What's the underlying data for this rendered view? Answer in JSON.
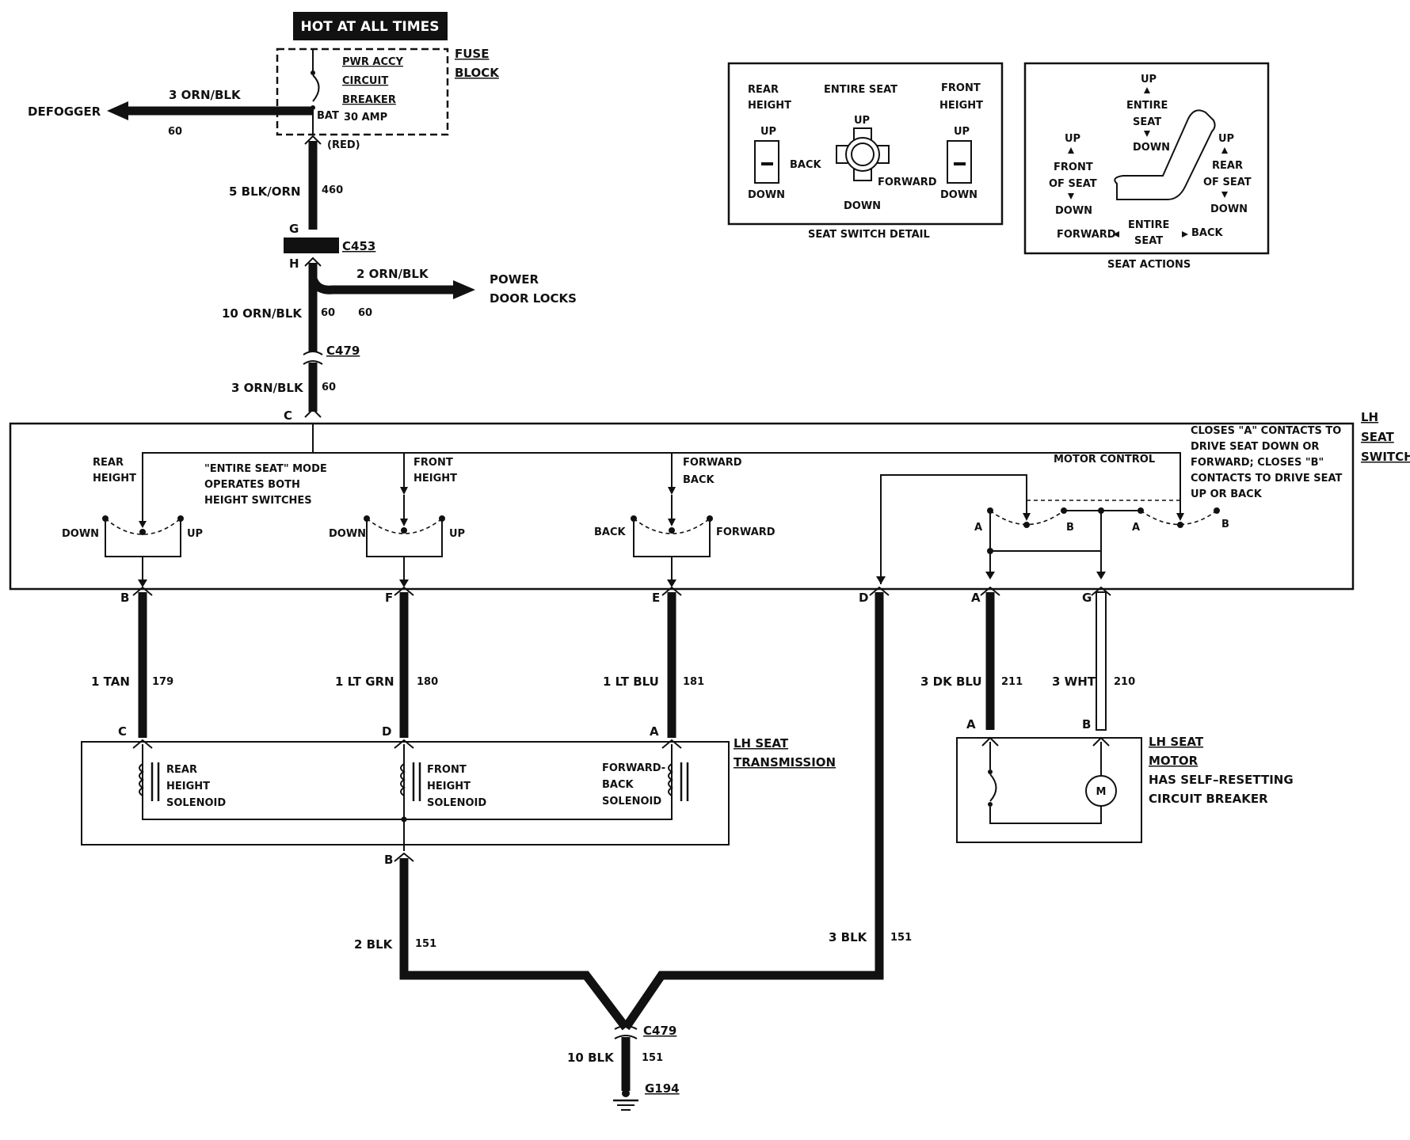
{
  "header": {
    "hot_label": "HOT AT ALL TIMES"
  },
  "fuse_block": {
    "breaker_line1": "PWR ACCY",
    "breaker_line2": "CIRCUIT",
    "breaker_line3": "BREAKER",
    "rating": "30 AMP",
    "bat": "BAT",
    "title_line1": "FUSE",
    "title_line2": "BLOCK",
    "red": "(RED)"
  },
  "defogger": {
    "label": "DEFOGGER",
    "wire": "3 ORN/BLK",
    "circuit": "60"
  },
  "feed": {
    "wire": "5 BLK/ORN",
    "circuit": "460"
  },
  "c453": {
    "name": "C453",
    "pin_top": "G",
    "pin_bottom": "H"
  },
  "door_locks": {
    "wire": "2 ORN/BLK",
    "line1": "POWER",
    "line2": "DOOR LOCKS",
    "circuit": "60"
  },
  "splice_wire": {
    "wire": "10 ORN/BLK",
    "circuit": "60"
  },
  "c479_top": {
    "name": "C479"
  },
  "switch_feed": {
    "wire": "3 ORN/BLK",
    "circuit": "60",
    "pin": "C"
  },
  "seat_switch": {
    "title_line1": "LH",
    "title_line2": "SEAT",
    "title_line3": "SWITCH",
    "rear_height_line1": "REAR",
    "rear_height_line2": "HEIGHT",
    "entire_line1": "\"ENTIRE SEAT\" MODE",
    "entire_line2": "OPERATES BOTH",
    "entire_line3": "HEIGHT SWITCHES",
    "front_height_line1": "FRONT",
    "front_height_line2": "HEIGHT",
    "fwd_line1": "FORWARD",
    "fwd_line2": "BACK",
    "down": "DOWN",
    "up": "UP",
    "back": "BACK",
    "forward": "FORWARD",
    "motor_control": "MOTOR CONTROL",
    "note_line1": "CLOSES \"A\" CONTACTS TO",
    "note_line2": "DRIVE SEAT DOWN OR",
    "note_line3": "FORWARD; CLOSES \"B\"",
    "note_line4": "CONTACTS TO DRIVE SEAT",
    "note_line5": "UP OR BACK",
    "contact_a": "A",
    "contact_b": "B"
  },
  "wires": [
    {
      "pin_top": "B",
      "wire": "1 TAN",
      "circuit": "179",
      "pin_bottom": "C"
    },
    {
      "pin_top": "F",
      "wire": "1 LT GRN",
      "circuit": "180",
      "pin_bottom": "D"
    },
    {
      "pin_top": "E",
      "wire": "1 LT BLU",
      "circuit": "181",
      "pin_bottom": "A"
    },
    {
      "pin_top": "D",
      "wire": "3 BLK",
      "circuit": "151"
    },
    {
      "pin_top": "A",
      "wire": "3 DK BLU",
      "circuit": "211",
      "pin_bottom": "A"
    },
    {
      "pin_top": "G",
      "wire": "3 WHT",
      "circuit": "210",
      "pin_bottom": "B"
    }
  ],
  "transmission": {
    "title_line1": "LH SEAT",
    "title_line2": "TRANSMISSION",
    "rear_line1": "REAR",
    "rear_line2": "HEIGHT",
    "rear_line3": "SOLENOID",
    "front_line1": "FRONT",
    "front_line2": "HEIGHT",
    "front_line3": "SOLENOID",
    "fwd_line1": "FORWARD-",
    "fwd_line2": "BACK",
    "fwd_line3": "SOLENOID",
    "ground_pin": "B"
  },
  "motor": {
    "title_line1": "LH SEAT",
    "title_line2": "MOTOR",
    "note_line1": "HAS SELF–RESETTING",
    "note_line2": "CIRCUIT BREAKER",
    "m": "M"
  },
  "ground": {
    "trans_wire": "2 BLK",
    "trans_circuit": "151",
    "c479": "C479",
    "wire": "10 BLK",
    "circuit": "151",
    "g": "G194"
  },
  "switch_detail": {
    "caption": "SEAT SWITCH DETAIL",
    "rear_line1": "REAR",
    "rear_line2": "HEIGHT",
    "entire": "ENTIRE SEAT",
    "front_line1": "FRONT",
    "front_line2": "HEIGHT",
    "up": "UP",
    "down": "DOWN",
    "back": "BACK",
    "forward": "FORWARD"
  },
  "seat_actions": {
    "caption": "SEAT ACTIONS",
    "up": "UP",
    "entire_line1": "ENTIRE",
    "entire_line2": "SEAT",
    "down": "DOWN",
    "front_line1": "FRONT",
    "front_line2": "OF SEAT",
    "rear_line1": "REAR",
    "rear_line2": "OF SEAT",
    "forward": "FORWARD",
    "back": "BACK"
  }
}
